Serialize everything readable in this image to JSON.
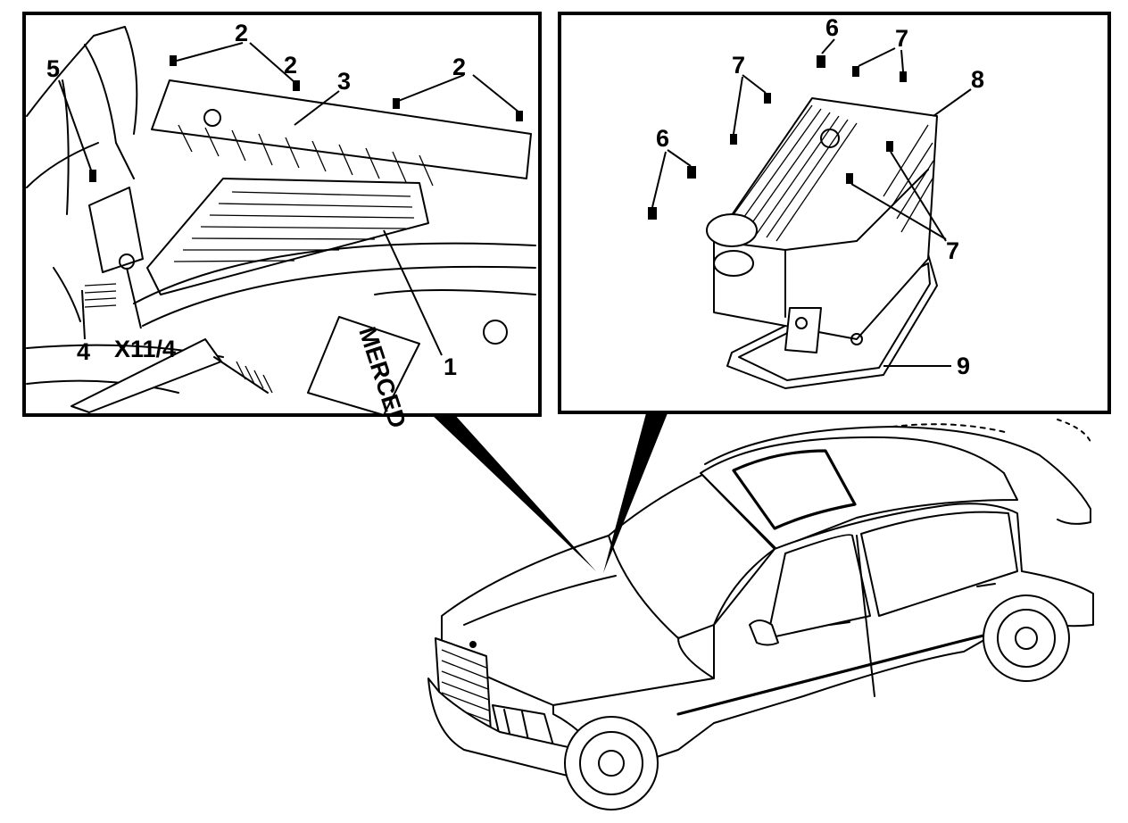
{
  "left_detail": {
    "callouts": [
      "1",
      "2",
      "2",
      "2",
      "3",
      "4",
      "5",
      "X11/4"
    ],
    "badge_text": "MERCED"
  },
  "right_detail": {
    "callouts": [
      "6",
      "6",
      "7",
      "7",
      "7",
      "8",
      "9"
    ]
  }
}
